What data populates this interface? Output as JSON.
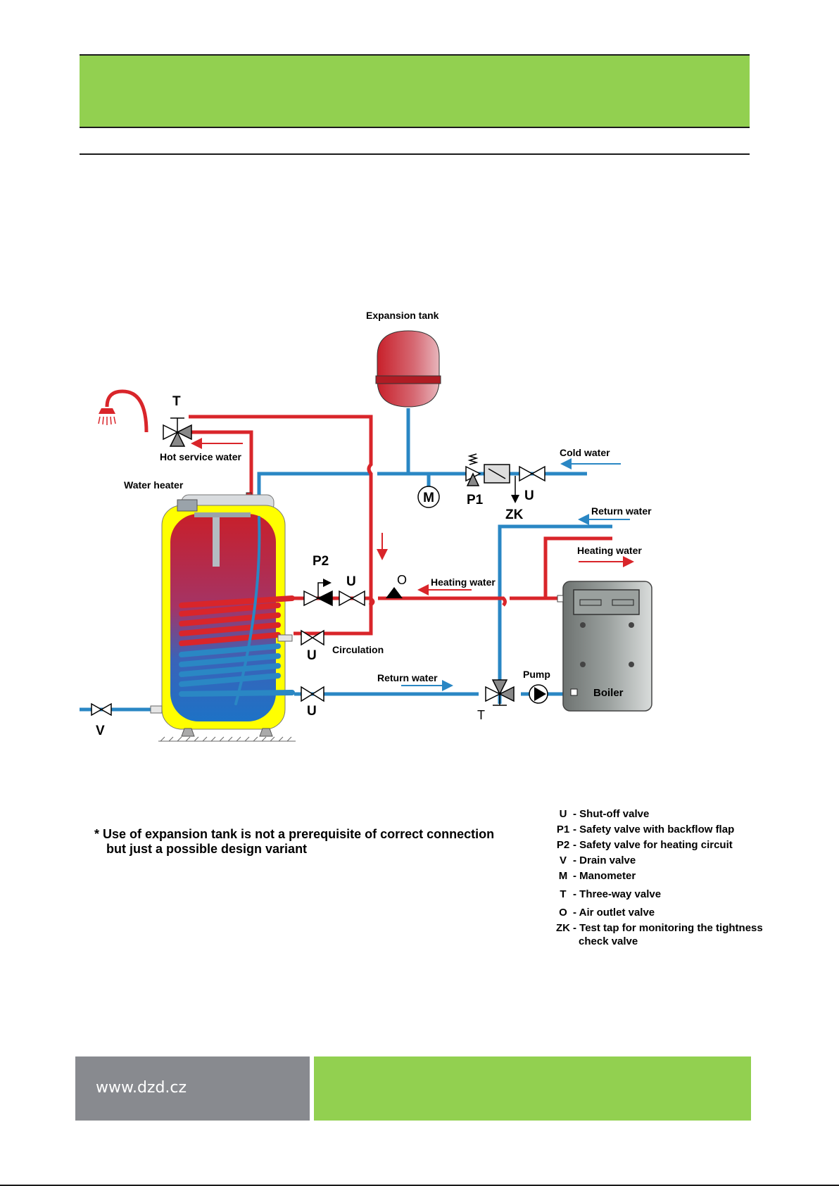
{
  "diagram": {
    "labels": {
      "expansion_tank": "Expansion tank",
      "t_top": "T",
      "hot_service_water": "Hot service water",
      "water_heater": "Water heater",
      "cold_water": "Cold water",
      "m": "M",
      "p1": "P1",
      "u_cold": "U",
      "zk": "ZK",
      "return_water_top": "Return water",
      "heating_water_top": "Heating water",
      "p2": "P2",
      "u_p2": "U",
      "o": "O",
      "heating_water_mid": "Heating water",
      "u_circ": "U",
      "circulation": "Circulation",
      "return_water_bottom": "Return water",
      "pump": "Pump",
      "u_bottom": "U",
      "t_bottom": "T",
      "boiler": "Boiler",
      "v": "V"
    }
  },
  "note": {
    "line1": "* Use of expansion tank is not a prerequisite of correct connection",
    "line2": "but just a possible design variant"
  },
  "legend": [
    {
      "key": "U",
      "desc": "- Shut-off valve"
    },
    {
      "key": "P1",
      "desc": "- Safety valve with backflow flap"
    },
    {
      "key": "P2",
      "desc": "- Safety valve for heating circuit"
    },
    {
      "key": "V",
      "desc": "- Drain valve"
    },
    {
      "key": "M",
      "desc": "- Manometer"
    },
    {
      "key": "T",
      "desc": "- Three-way valve"
    },
    {
      "key": "O",
      "desc": "- Air outlet valve"
    },
    {
      "key": "ZK",
      "desc": "- Test tap for monitoring the tightness",
      "cont": "check valve"
    }
  ],
  "footer": {
    "url": "www.dzd.cz"
  },
  "colors": {
    "green": "#92d050",
    "gray": "#888a8f",
    "hot": "#d9252a",
    "cold": "#2a87c4",
    "tank_yellow": "#ffff00"
  }
}
